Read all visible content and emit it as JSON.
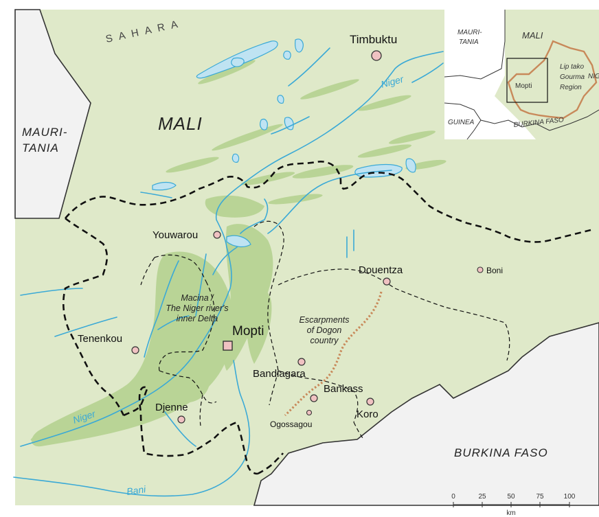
{
  "map": {
    "region_label": "SAHARA",
    "countries": {
      "mali": "MALI",
      "mauritania_1": "MAURI-",
      "mauritania_2": "TANIA",
      "burkina": "BURKINA FASO"
    },
    "towns": {
      "timbuktu": "Timbuktu",
      "youwarou": "Youwarou",
      "douentza": "Douentza",
      "boni": "Boni",
      "tenenkou": "Tenenkou",
      "mopti": "Mopti",
      "bandiagara": "Bandiagara",
      "bankass": "Bankass",
      "koro": "Koro",
      "djenne": "Djenne",
      "ogossagou": "Ogossagou"
    },
    "rivers": {
      "niger_north": "Niger",
      "niger_south": "Niger",
      "bani": "Bani"
    },
    "annotations": {
      "delta_1": "Macina /",
      "delta_2": "The Niger river's",
      "delta_3": "inner Delta",
      "escarp_1": "Escarpments",
      "escarp_2": "of Dogon",
      "escarp_3": "country"
    }
  },
  "inset": {
    "mauritania_1": "MAURI-",
    "mauritania_2": "TANIA",
    "mali": "MALI",
    "guinea": "GUINEA",
    "burkina": "BURKINA FASO",
    "mopti": "Mopti",
    "liptako_1": "Lip tako",
    "liptako_2": "Gourma",
    "liptako_3": "Region",
    "niger_short": "NIG"
  },
  "scale": {
    "ticks": [
      "0",
      "25",
      "50",
      "75",
      "100"
    ],
    "unit": "km"
  },
  "colors": {
    "land_mali": "#dfe9c9",
    "land_outside": "#f2f2f2",
    "wetland": "#b9d496",
    "water": "#3aa9d6",
    "lake": "#bfe3f2",
    "escarpment": "#c8895a",
    "mopti_region": "#c8895a"
  }
}
